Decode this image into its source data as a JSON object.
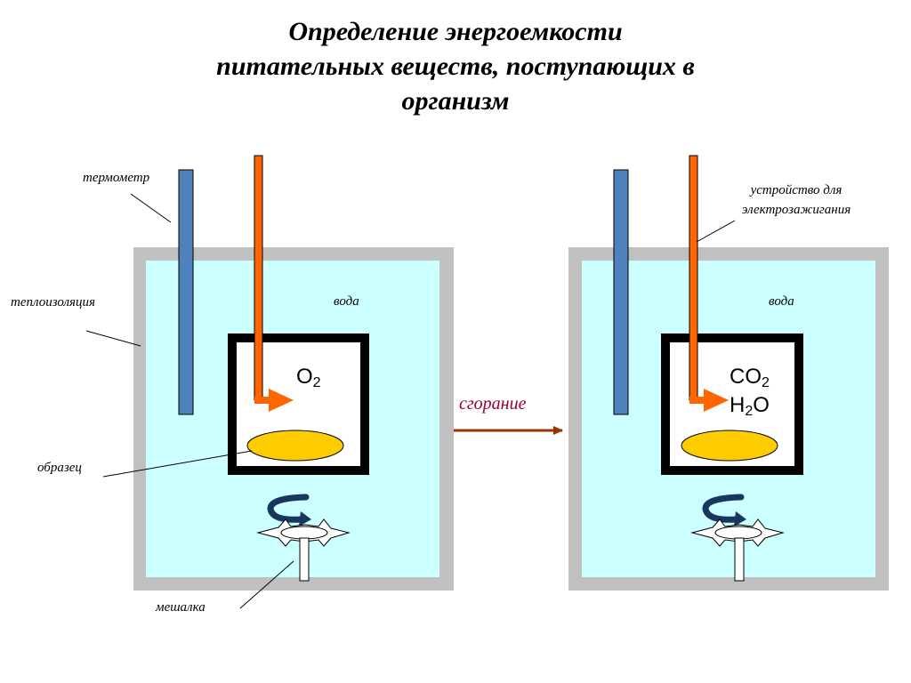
{
  "title": {
    "line1": "Определение энергоемкости",
    "line2": "питательных веществ, поступающих в",
    "line3": "организм"
  },
  "labels": {
    "thermometer": "термометр",
    "insulation": "теплоизоляция",
    "sample": "образец",
    "stirrer": "мешалка",
    "water_left": "вода",
    "water_right": "вода",
    "ignition_line1": "устройство для",
    "ignition_line2": "электрозажигания",
    "combustion": "сгорание"
  },
  "chemicals": {
    "left": {
      "o_base": "O",
      "o_sub": "2"
    },
    "right": {
      "co_base": "CO",
      "co_sub": "2",
      "h_base": "H",
      "h_sub": "2",
      "h_tail": "O"
    }
  },
  "colors": {
    "insulation": "#c0c0c0",
    "water": "#ccffff",
    "thermometer": "#4f81bd",
    "igniter": "#ff6600",
    "sample": "#ffcc00",
    "rotation_arrow": "#17375e",
    "process_arrow": "#993300",
    "combustion_text": "#990033"
  },
  "icons": {
    "rotation": "curved-arrow-icon",
    "stirrer": "star-blade-icon",
    "process": "right-arrow-icon",
    "ignition": "triangle-arrow-icon"
  }
}
